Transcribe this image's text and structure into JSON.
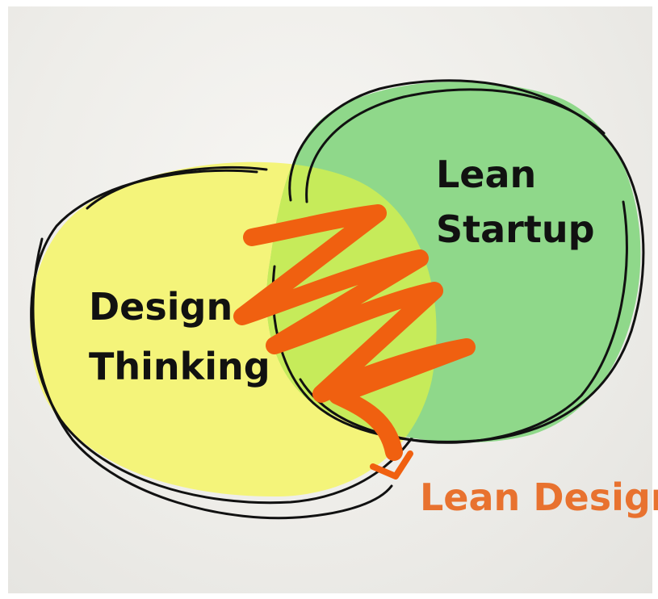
{
  "diagram": {
    "circles": {
      "design_thinking": {
        "label_line1": "Design",
        "label_line2": "Thinking",
        "fill": "#f4f47a"
      },
      "lean_startup": {
        "label_line1": "Lean",
        "label_line2": "Startup",
        "fill": "#8fd88a"
      },
      "overlap_fill": "#c6eb5a"
    },
    "result": {
      "label": "Lean Design",
      "color": "#e8722f"
    },
    "zigzag": {
      "color": "#f06010",
      "icon": "zigzag-arrow-icon"
    },
    "outline_color": "#111111"
  }
}
